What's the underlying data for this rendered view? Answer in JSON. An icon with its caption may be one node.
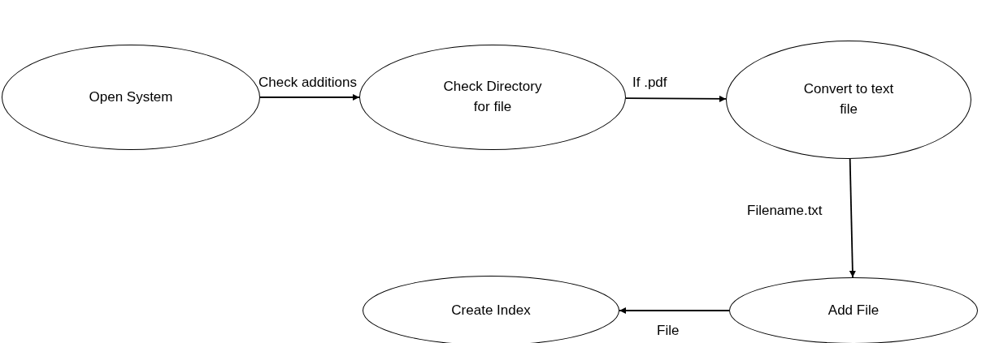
{
  "diagram": {
    "nodes": [
      {
        "text": [
          "Open System"
        ]
      },
      {
        "text": [
          "Check Directory for file"
        ]
      },
      {
        "text": [
          "Convert to text file"
        ]
      },
      {
        "text": [
          "Add File"
        ]
      },
      {
        "text": [
          "Create Index"
        ]
      }
    ],
    "edges": [
      {
        "from": 0,
        "to": 1,
        "arrow": "to",
        "label": "Check additions"
      },
      {
        "from": 1,
        "to": 2,
        "arrow": "to",
        "label": "If .pdf"
      },
      {
        "from": 2,
        "to": 3,
        "arrow": "to",
        "label": "Filename.txt"
      },
      {
        "from": 3,
        "to": 4,
        "arrow": "to",
        "label": "File"
      }
    ]
  }
}
